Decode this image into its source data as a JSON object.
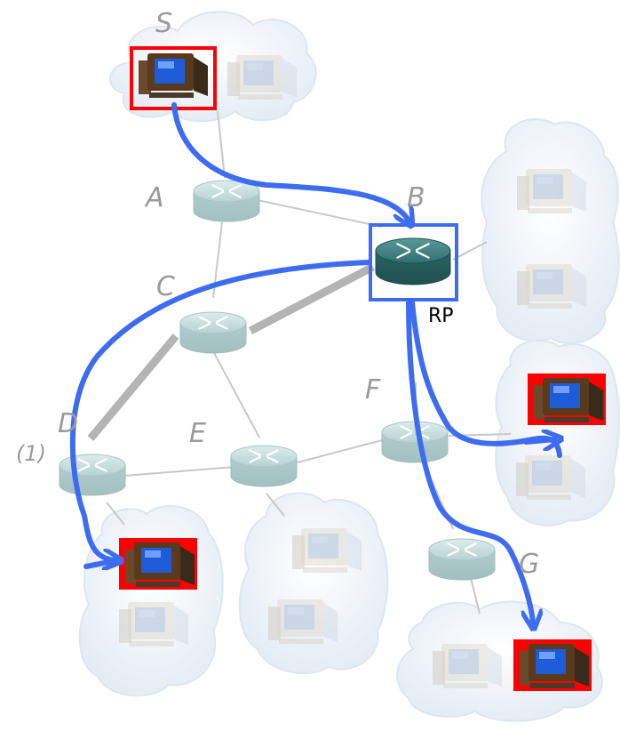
{
  "labels": {
    "source": "S",
    "router_a": "A",
    "router_b": "B",
    "router_c": "C",
    "router_d": "D",
    "router_e": "E",
    "router_f": "F",
    "router_g": "G",
    "rendezvous_point": "RP",
    "step_marker": "(1)"
  },
  "colors": {
    "multicast_path": "#3e6cf0",
    "rp_highlight": "#3e6cf0",
    "receiver_highlight": "#ff0000",
    "source_highlight": "#ff0000",
    "shared_tree_link": "#b4b4b4",
    "link": "#c8c8c8",
    "router_body": "#b9d7d6",
    "rp_router_body": "#2f6f6f",
    "cloud": "#eef3f8"
  },
  "icons": {
    "router": "router-icon",
    "host": "computer-icon",
    "lan": "cloud-icon"
  }
}
